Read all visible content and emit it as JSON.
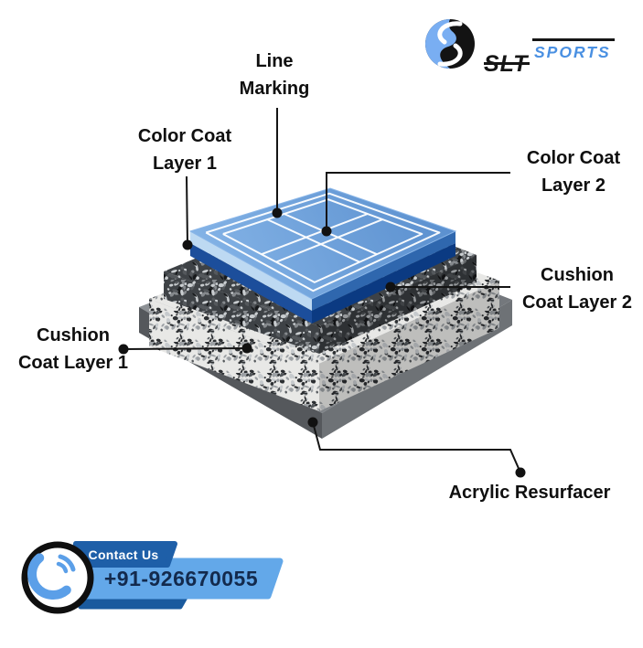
{
  "logo": {
    "brand_first": "SLT",
    "brand_second": "SPORTS",
    "second_color": "#4a90e2",
    "mark_blue": "#79aef2",
    "mark_black": "#131313"
  },
  "diagram": {
    "labels": {
      "line_marking": {
        "line1": "Line",
        "line2": "Marking"
      },
      "color_coat_1": {
        "line1": "Color Coat",
        "line2": "Layer 1"
      },
      "color_coat_2": {
        "line1": "Color Coat",
        "line2": "Layer 2"
      },
      "cushion_coat_2": {
        "line1": "Cushion",
        "line2": "Coat Layer 2"
      },
      "cushion_coat_1": {
        "line1": "Cushion",
        "line2": "Coat Layer 1"
      },
      "acrylic_resurfacer": {
        "line1": "Acrylic Resurfacer"
      }
    },
    "layer_colors": {
      "court_left": "#bdd9f2",
      "court_right": "#2f67ae",
      "navy_left": "#1c4e9b",
      "navy_right": "#0b3a82",
      "base_left": "#55585c",
      "base_right": "#6e7276",
      "court_line": "#ffffff",
      "speckle_light_bg": "#e8e8e6",
      "speckle_dark_bg": "#3e4246"
    }
  },
  "contact": {
    "tab_label": "Contact Us",
    "phone": "+91-926670055",
    "tab_color": "#1e5fa8",
    "banner_color": "#63a8e9",
    "underlay_color": "#1a5a9e",
    "icon_color": "#5b9fe8"
  }
}
